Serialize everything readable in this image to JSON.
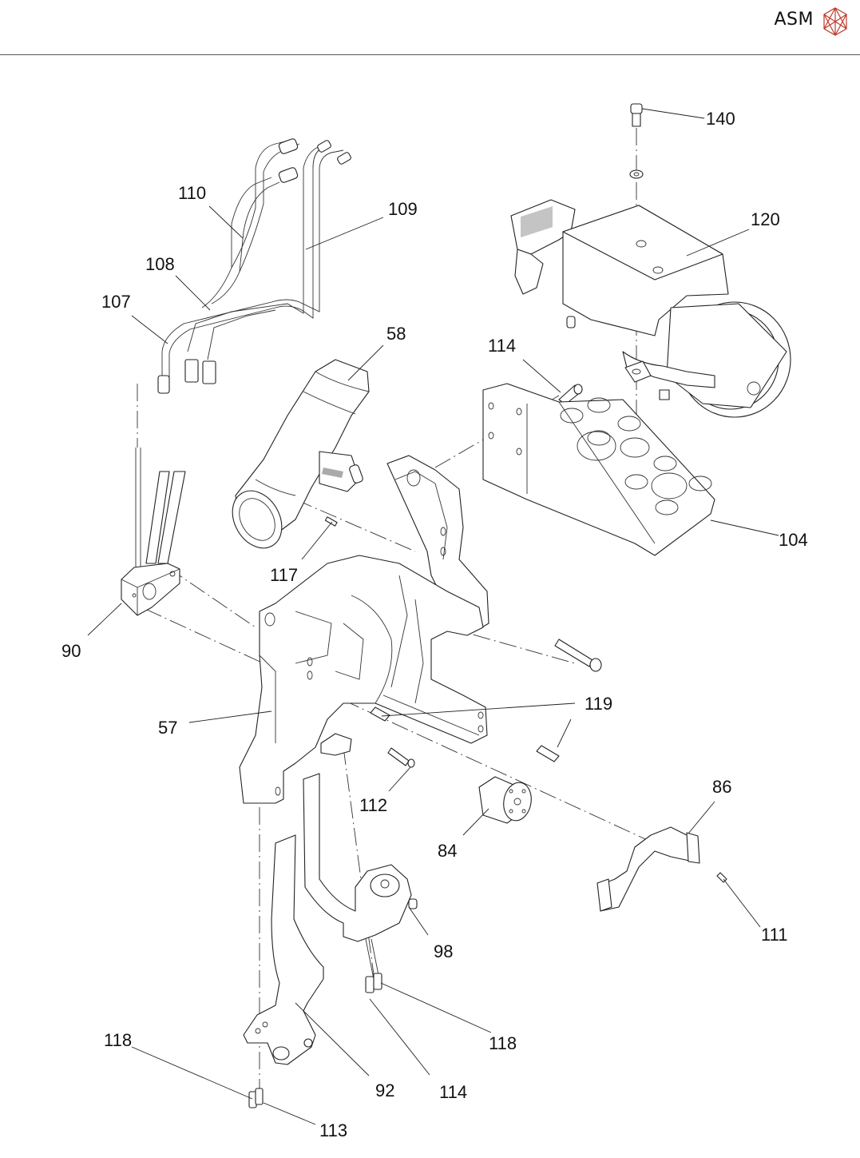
{
  "header": {
    "brand": "ASM",
    "logo_icon": "asm-hexagon-logo-icon",
    "logo_color": "#c0392b"
  },
  "diagram": {
    "type": "exploded-parts-view",
    "callouts": [
      {
        "id": "140",
        "label": "140"
      },
      {
        "id": "120",
        "label": "120"
      },
      {
        "id": "110",
        "label": "110"
      },
      {
        "id": "109",
        "label": "109"
      },
      {
        "id": "108",
        "label": "108"
      },
      {
        "id": "107",
        "label": "107"
      },
      {
        "id": "58",
        "label": "58"
      },
      {
        "id": "114a",
        "label": "114"
      },
      {
        "id": "104",
        "label": "104"
      },
      {
        "id": "117",
        "label": "117"
      },
      {
        "id": "90",
        "label": "90"
      },
      {
        "id": "119",
        "label": "119"
      },
      {
        "id": "57",
        "label": "57"
      },
      {
        "id": "112",
        "label": "112"
      },
      {
        "id": "86",
        "label": "86"
      },
      {
        "id": "84",
        "label": "84"
      },
      {
        "id": "111",
        "label": "111"
      },
      {
        "id": "98",
        "label": "98"
      },
      {
        "id": "118a",
        "label": "118"
      },
      {
        "id": "118b",
        "label": "118"
      },
      {
        "id": "92",
        "label": "92"
      },
      {
        "id": "114b",
        "label": "114"
      },
      {
        "id": "113",
        "label": "113"
      }
    ]
  }
}
